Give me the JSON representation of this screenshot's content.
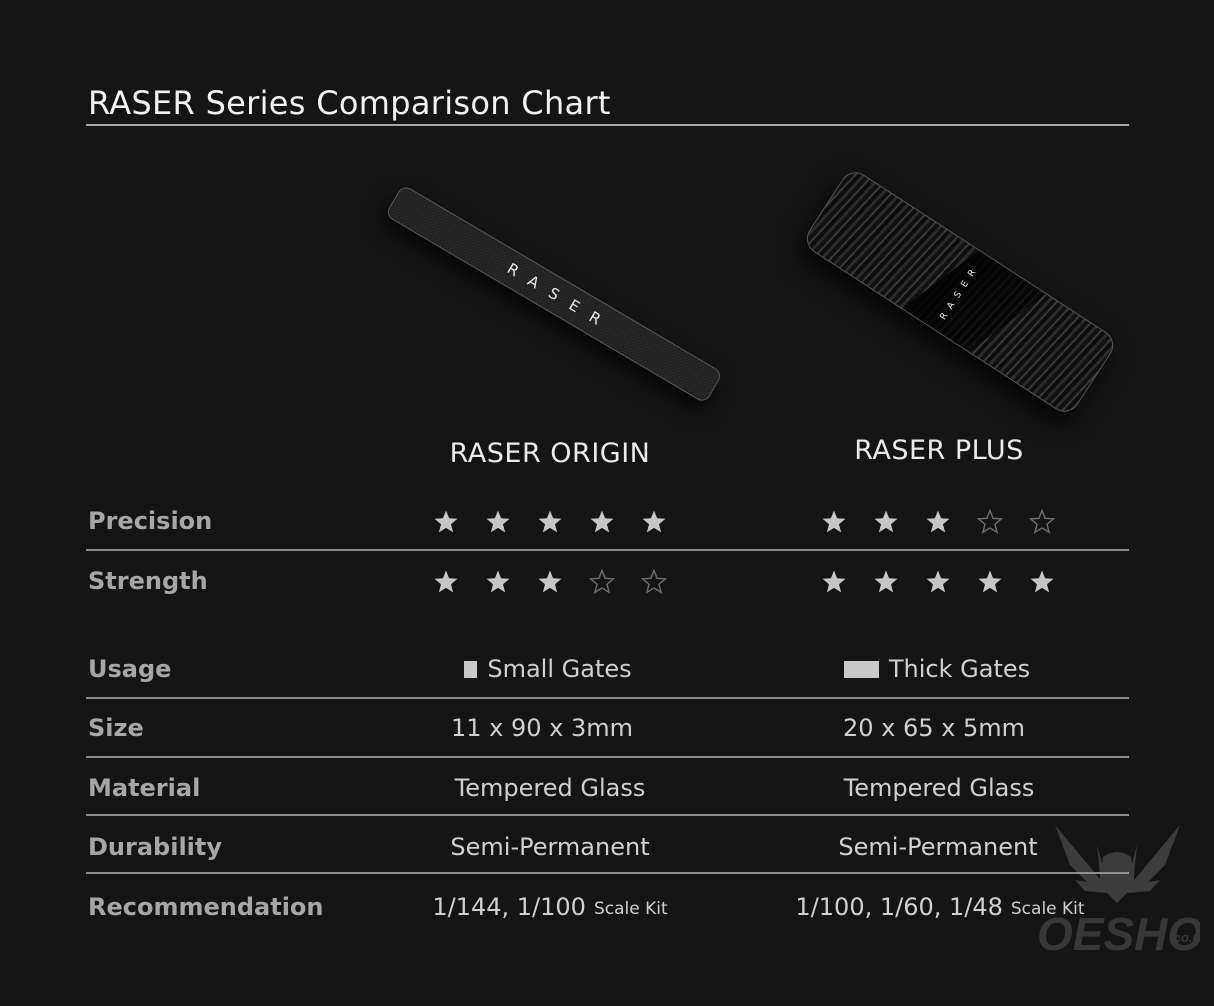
{
  "title": "RASER Series Comparison Chart",
  "products": [
    {
      "name": "RASER ORIGIN",
      "image_logo": "RASER",
      "ratings": {
        "precision": 5,
        "strength": 3
      },
      "usage": {
        "icon": "small-gate-icon",
        "label": "Small Gates"
      },
      "size": "11 x 90 x 3mm",
      "material": "Tempered Glass",
      "durability": "Semi-Permanent",
      "recommendation": {
        "scales": "1/144, 1/100",
        "suffix": "Scale Kit"
      }
    },
    {
      "name": "RASER PLUS",
      "image_logo": "RASER",
      "ratings": {
        "precision": 3,
        "strength": 5
      },
      "usage": {
        "icon": "thick-gate-icon",
        "label": "Thick Gates"
      },
      "size": "20 x 65 x 5mm",
      "material": "Tempered Glass",
      "durability": "Semi-Permanent",
      "recommendation": {
        "scales": "1/100, 1/60, 1/48",
        "suffix": "Scale Kit"
      }
    }
  ],
  "row_labels": {
    "precision": "Precision",
    "strength": "Strength",
    "usage": "Usage",
    "size": "Size",
    "material": "Material",
    "durability": "Durability",
    "recommendation": "Recommendation"
  },
  "rating_max": 5,
  "watermark": {
    "text": "OESHOP",
    "suffix": ".co.uk"
  },
  "colors": {
    "background": "#141414",
    "title": "#f2f2f2",
    "label": "#a6a6a6",
    "value": "#d0d0d0",
    "star_filled": "#c6c6c6",
    "star_empty": "#6e6e6e",
    "rule": "#8c8c8c"
  }
}
